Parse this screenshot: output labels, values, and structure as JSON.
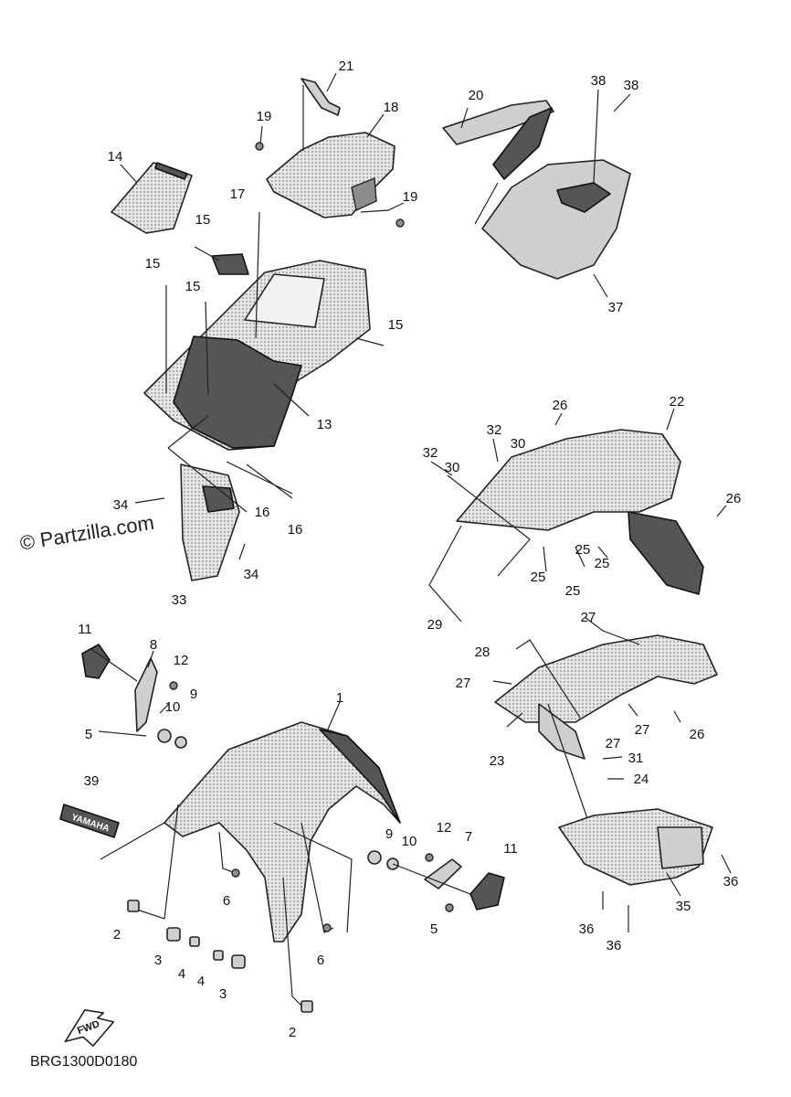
{
  "watermark": "© Partzilla.com",
  "diagram_code": "BRG1300D0180",
  "fwd_label": "FWD",
  "brand_label": "YAMAHA",
  "callouts": [
    "1",
    "2",
    "2",
    "3",
    "3",
    "4",
    "4",
    "5",
    "5",
    "6",
    "6",
    "7",
    "8",
    "9",
    "9",
    "10",
    "10",
    "11",
    "11",
    "12",
    "12",
    "13",
    "14",
    "15",
    "15",
    "15",
    "15",
    "16",
    "16",
    "17",
    "18",
    "19",
    "19",
    "20",
    "21",
    "22",
    "23",
    "24",
    "25",
    "25",
    "25",
    "25",
    "26",
    "26",
    "26",
    "27",
    "27",
    "27",
    "27",
    "28",
    "29",
    "30",
    "30",
    "31",
    "32",
    "32",
    "33",
    "34",
    "34",
    "35",
    "36",
    "36",
    "36",
    "37",
    "38",
    "38",
    "39"
  ]
}
